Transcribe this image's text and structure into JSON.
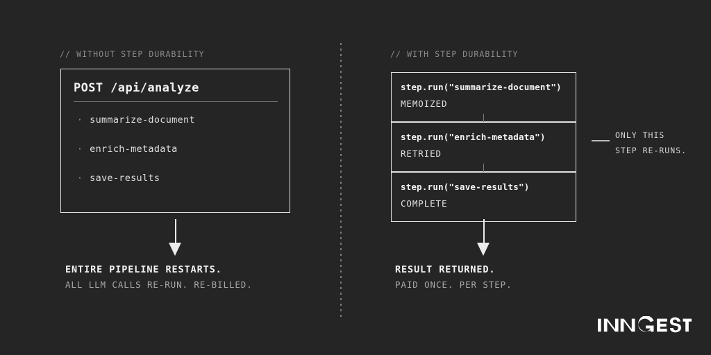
{
  "background": "#252525",
  "accent": "#ececec",
  "left": {
    "header": "// WITHOUT STEP DURABILITY",
    "card": {
      "title": "POST /api/analyze",
      "items": [
        "summarize-document",
        "enrich-metadata",
        "save-results"
      ]
    },
    "caption_strong": "ENTIRE PIPELINE RESTARTS.",
    "caption_dim": "ALL LLM CALLS RE-RUN. RE-BILLED."
  },
  "right": {
    "header": "// WITH STEP DURABILITY",
    "steps": [
      {
        "call": "step.run(\"summarize-document\")",
        "state": "MEMOIZED"
      },
      {
        "call": "step.run(\"enrich-metadata\")",
        "state": "RETRIED"
      },
      {
        "call": "step.run(\"save-results\")",
        "state": "COMPLETE"
      }
    ],
    "callout": [
      "ONLY THIS",
      "STEP RE-RUNS."
    ],
    "caption_strong": "RESULT RETURNED.",
    "caption_dim": "PAID ONCE. PER STEP."
  },
  "brand": {
    "wordmark": "INNGEST"
  }
}
